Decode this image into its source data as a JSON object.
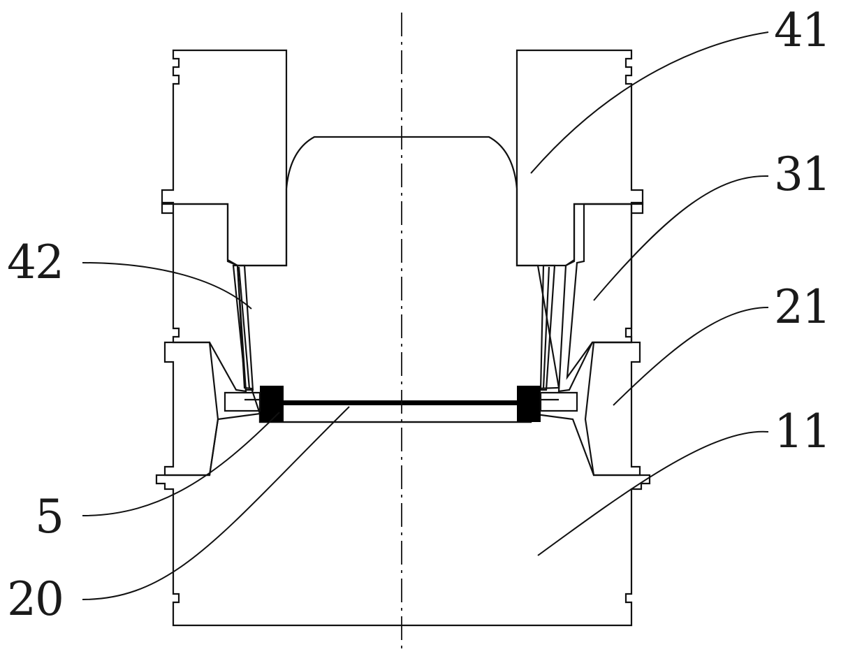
{
  "diagram": {
    "labels": {
      "r41": "41",
      "r31": "31",
      "r42": "42",
      "r21": "21",
      "r11": "11",
      "r5": "5",
      "r20": "20"
    },
    "colors": {
      "line": "#111111",
      "background": "#ffffff",
      "part5_fill": "#000000"
    }
  }
}
